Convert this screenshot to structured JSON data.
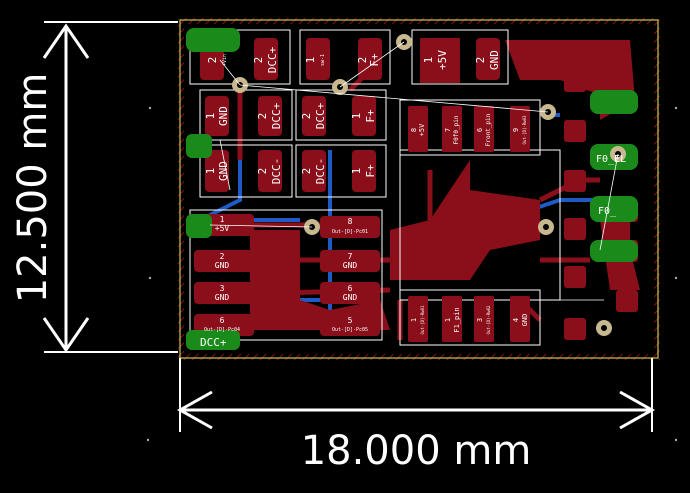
{
  "dimensions": {
    "height_label": "12.500 mm",
    "width_label": "18.000 mm"
  },
  "pads": {
    "top_row": [
      {
        "num": "2",
        "name": "+Vin"
      },
      {
        "num": "2",
        "name": "DCC+"
      },
      {
        "num": "1",
        "name": "sw-1"
      },
      {
        "num": "2",
        "name": "F+"
      },
      {
        "num": "1",
        "name": "+5V"
      },
      {
        "num": "2",
        "name": "GND"
      }
    ],
    "mid_row": [
      {
        "num": "1",
        "name": "GND"
      },
      {
        "num": "2",
        "name": "DCC+"
      },
      {
        "num": "2",
        "name": "DCC+"
      },
      {
        "num": "1",
        "name": "F+"
      }
    ],
    "low_row": [
      {
        "num": "1",
        "name": "GND"
      },
      {
        "num": "2",
        "name": "DCC-"
      },
      {
        "num": "2",
        "name": "DCC-"
      },
      {
        "num": "1",
        "name": "F+"
      }
    ],
    "header_small": [
      {
        "num": "8",
        "name": "+5V"
      },
      {
        "num": "7",
        "name": "F0f0_pin"
      },
      {
        "num": "6",
        "name": "Front_pin"
      },
      {
        "num": "9",
        "name": "Out-[D]-Rw03"
      }
    ],
    "left_connector": [
      {
        "num": "1",
        "name": "+5V"
      },
      {
        "num": "2",
        "name": "GND"
      },
      {
        "num": "3",
        "name": "GND"
      },
      {
        "num": "6",
        "name": "Out-[D]-Pc04"
      }
    ],
    "left_connector2": [
      {
        "num": "8",
        "name": "Out-[D]-Pc01"
      },
      {
        "num": "7",
        "name": "GND"
      },
      {
        "num": "6",
        "name": "GND"
      },
      {
        "num": "5",
        "name": "Out-[D]-Pc05"
      }
    ],
    "bottom_header": [
      {
        "num": "1",
        "name": "Out-[D]-Rw01"
      },
      {
        "num": "1",
        "name": "F1_pin"
      },
      {
        "num": "3",
        "name": "Out-[D]-Rw02"
      },
      {
        "num": "4",
        "name": "GND"
      }
    ],
    "bottom_left_label": "DCC+",
    "right_label_1": "F0_EL",
    "right_label_2": "F0_"
  },
  "colors": {
    "copper_red": "#8a0f1a",
    "bottom_blue": "#1e5bc6",
    "green_pad": "#1a8a1a",
    "outline_yellow": "#c8c850",
    "silk_white": "#ffffff"
  }
}
